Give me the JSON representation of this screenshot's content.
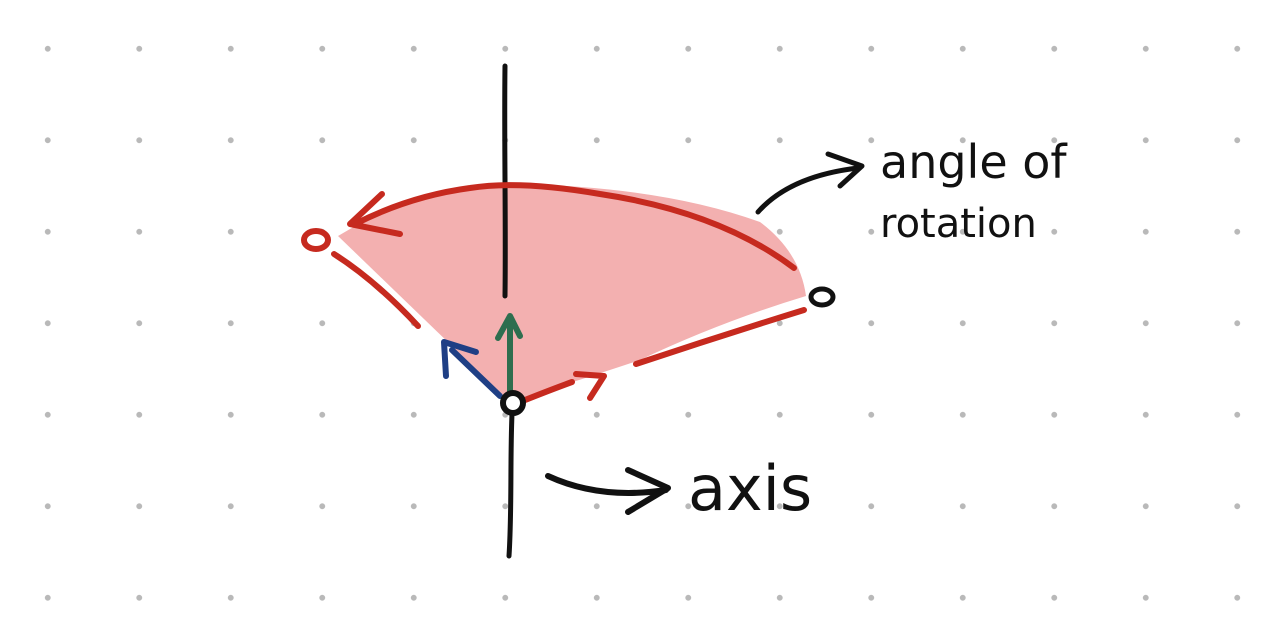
{
  "diagram": {
    "labels": {
      "angle_line1": "angle of",
      "angle_line2": "rotation",
      "axis": "axis"
    },
    "colors": {
      "background": "#ffffff",
      "grid_dot": "#b9b9b9",
      "ink": "#111111",
      "sector_fill": "#f3b0b0",
      "sector_edge": "#c62a1f",
      "vector_green": "#2e6e4f",
      "vector_blue": "#1f3f85"
    }
  }
}
